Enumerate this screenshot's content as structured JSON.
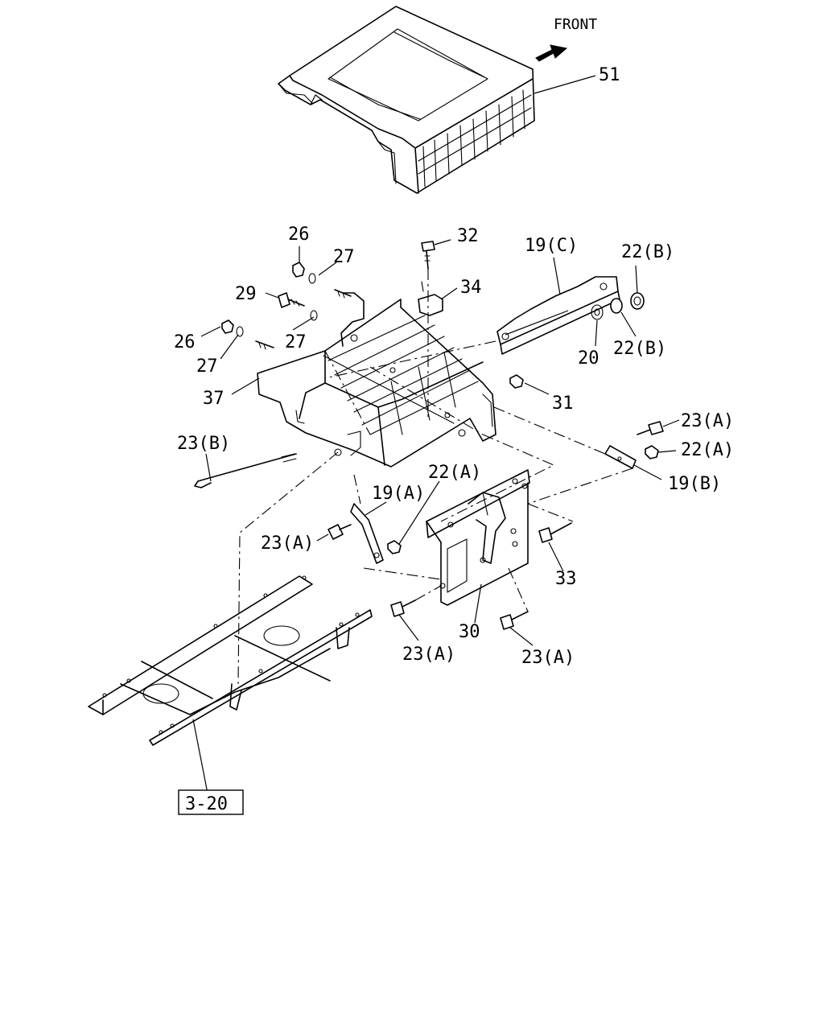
{
  "front_label": "FRONT",
  "ref_box": "3-20",
  "callouts": {
    "c51": "51",
    "c32": "32",
    "c34": "34",
    "c26a": "26",
    "c27a": "27",
    "c29": "29",
    "c26b": "26",
    "c27b": "27",
    "c27c": "27",
    "c37": "37",
    "c19c": "19(C)",
    "c22b1": "22(B)",
    "c22b2": "22(B)",
    "c20": "20",
    "c31": "31",
    "c23a1": "23(A)",
    "c22a1": "22(A)",
    "c19b": "19(B)",
    "c23b": "23(B)",
    "c22a2": "22(A)",
    "c19a": "19(A)",
    "c23a2": "23(A)",
    "c33": "33",
    "c30": "30",
    "c23a3": "23(A)",
    "c23a4": "23(A)"
  }
}
